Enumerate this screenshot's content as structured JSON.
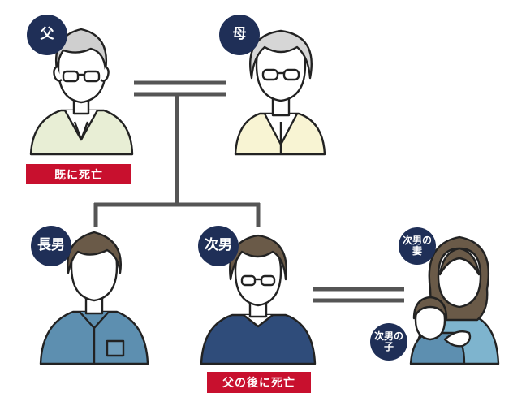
{
  "badges": {
    "father": "父",
    "mother": "母",
    "eldest_son": "長男",
    "second_son": "次男",
    "second_son_wife": "次男の\n妻",
    "second_son_child": "次男の\n子"
  },
  "status": {
    "father_deceased": "既に死亡",
    "second_son_deceased": "父の後に死亡"
  },
  "colors": {
    "badge": "#1f2f57",
    "status_red": "#c8102e",
    "line": "#555555"
  }
}
